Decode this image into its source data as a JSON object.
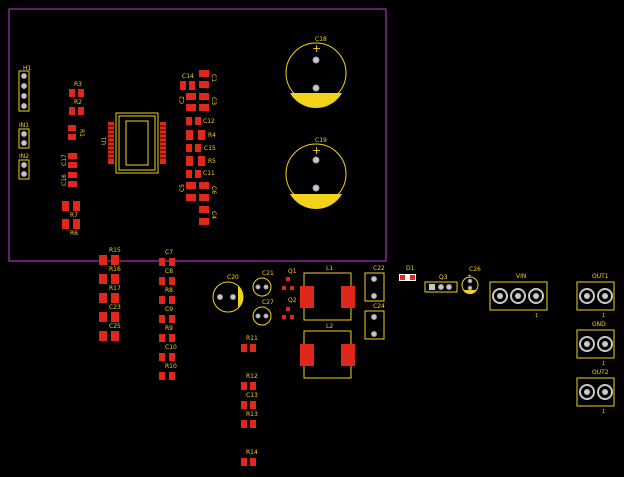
{
  "colors": {
    "background": "#000000",
    "board_outline": "#c23fd3",
    "silkscreen": "#f2d21b",
    "pad": "#e0271c",
    "through_hole": "#c8c8c8"
  },
  "designators": {
    "H1": "H1",
    "IN1": "IN1",
    "IN2": "IN2",
    "R1": "R1",
    "R2": "R2",
    "R3": "R3",
    "R4": "R4",
    "R5": "R5",
    "R6": "R6",
    "R7": "R7",
    "R8": "R8",
    "R9": "R9",
    "R10": "R10",
    "R11": "R11",
    "R12": "R12",
    "R13": "R13",
    "R14": "R14",
    "R15": "R15",
    "R16": "R16",
    "R17": "R17",
    "C1": "C1",
    "C2": "C2",
    "C3": "C3",
    "C4": "C4",
    "C5": "C5",
    "C6": "C6",
    "C7": "C7",
    "C8": "C8",
    "C9": "C9",
    "C10": "C10",
    "C11": "C11",
    "C12": "C12",
    "C13": "C13",
    "C14": "C14",
    "C15": "C15",
    "C16": "C16",
    "C17": "C17",
    "C18": "C18",
    "C19": "C19",
    "C20": "C20",
    "C21": "C21",
    "C22": "C22",
    "C23": "C23",
    "C24": "C24",
    "C25": "C25",
    "C26": "C26",
    "C27": "C27",
    "U1": "U1",
    "L1": "L1",
    "L2": "L2",
    "Q1": "Q1",
    "Q2": "Q2",
    "Q3": "Q3",
    "D1": "D1",
    "VIN": "VIN",
    "OUT1": "OUT1",
    "GND": "GND",
    "OUT2": "OUT2"
  },
  "polarity_marks": {
    "plus": "+",
    "pin_one": "1"
  }
}
